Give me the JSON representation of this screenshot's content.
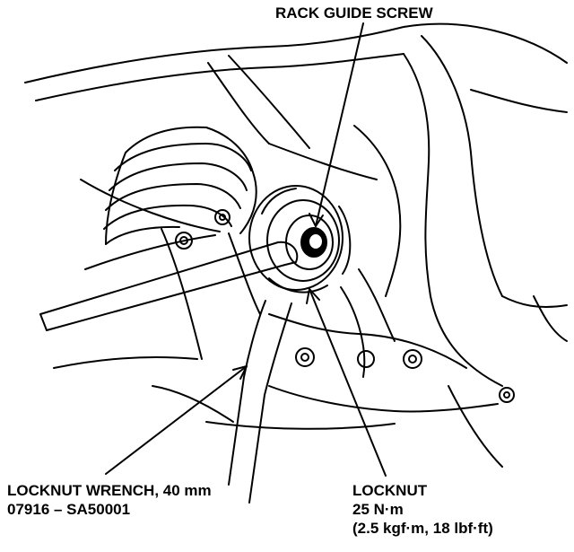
{
  "labels": {
    "rack_guide_screw": "RACK GUIDE SCREW",
    "locknut_wrench": {
      "line1": "LOCKNUT WRENCH, 40 mm",
      "line2": "07916 – SA50001"
    },
    "locknut": {
      "line1": "LOCKNUT",
      "line2": "25 N·m",
      "line3": "(2.5 kgf·m, 18 lbf·ft)"
    }
  },
  "colors": {
    "ink": "#000000",
    "paper": "#ffffff"
  }
}
